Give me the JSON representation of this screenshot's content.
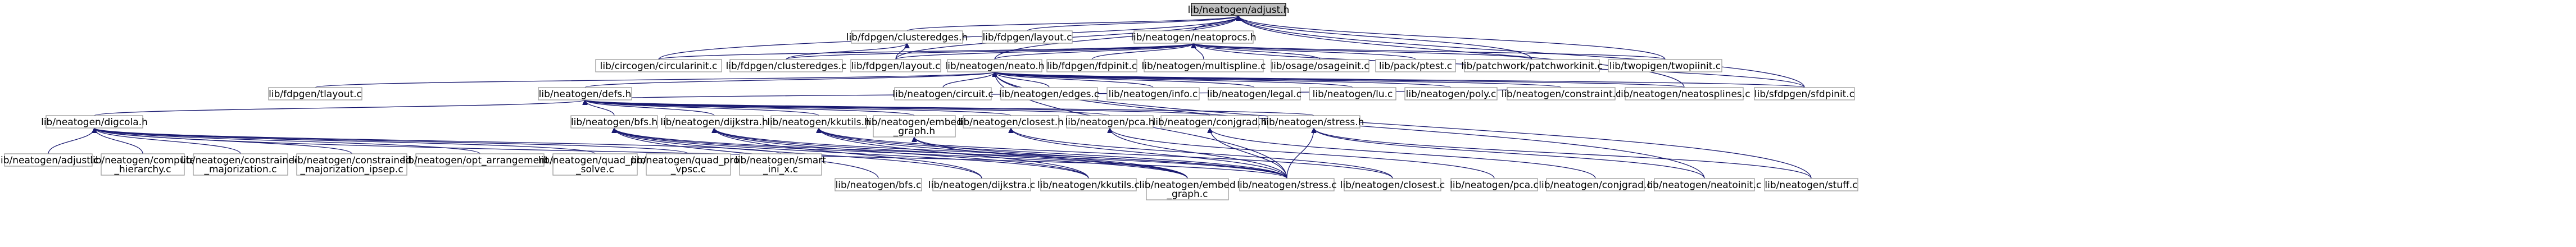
{
  "colors": {
    "edge": "#191970",
    "root_fill": "#bfbfbf",
    "node_border": "#9a9a9a"
  },
  "nodes": [
    {
      "id": "adjust_h",
      "lines": [
        "lib/neatogen/adjust.h"
      ],
      "root": true
    },
    {
      "id": "clusteredges_h",
      "lines": [
        "lib/fdpgen/clusteredges.h"
      ]
    },
    {
      "id": "fdp_layout_c_top",
      "lines": [
        "lib/fdpgen/layout.c"
      ]
    },
    {
      "id": "neatoprocs_h",
      "lines": [
        "lib/neatogen/neatoprocs.h"
      ]
    },
    {
      "id": "circularinit_c",
      "lines": [
        "lib/circogen/circularinit.c"
      ]
    },
    {
      "id": "clusteredges_c",
      "lines": [
        "lib/fdpgen/clusteredges.c"
      ]
    },
    {
      "id": "fdp_layout_c",
      "lines": [
        "lib/fdpgen/layout.c"
      ]
    },
    {
      "id": "neato_h",
      "lines": [
        "lib/neatogen/neato.h"
      ]
    },
    {
      "id": "fdpinit_c",
      "lines": [
        "lib/fdpgen/fdpinit.c"
      ]
    },
    {
      "id": "multispline_c",
      "lines": [
        "lib/neatogen/multispline.c"
      ]
    },
    {
      "id": "osageinit_c",
      "lines": [
        "lib/osage/osageinit.c"
      ]
    },
    {
      "id": "ptest_c",
      "lines": [
        "lib/pack/ptest.c"
      ]
    },
    {
      "id": "patchworkinit_c",
      "lines": [
        "lib/patchwork/patchworkinit.c"
      ]
    },
    {
      "id": "twopiinit_c",
      "lines": [
        "lib/twopigen/twopiinit.c"
      ]
    },
    {
      "id": "tlayout_c",
      "lines": [
        "lib/fdpgen/tlayout.c"
      ]
    },
    {
      "id": "defs_h",
      "lines": [
        "lib/neatogen/defs.h"
      ]
    },
    {
      "id": "circuit_c",
      "lines": [
        "lib/neatogen/circuit.c"
      ]
    },
    {
      "id": "edges_c",
      "lines": [
        "lib/neatogen/edges.c"
      ]
    },
    {
      "id": "info_c",
      "lines": [
        "lib/neatogen/info.c"
      ]
    },
    {
      "id": "legal_c",
      "lines": [
        "lib/neatogen/legal.c"
      ]
    },
    {
      "id": "lu_c",
      "lines": [
        "lib/neatogen/lu.c"
      ]
    },
    {
      "id": "poly_c",
      "lines": [
        "lib/neatogen/poly.c"
      ]
    },
    {
      "id": "constraint_c",
      "lines": [
        "lib/neatogen/constraint.c"
      ]
    },
    {
      "id": "neatosplines_c",
      "lines": [
        "lib/neatogen/neatosplines.c"
      ]
    },
    {
      "id": "sfdpinit_c",
      "lines": [
        "lib/sfdpgen/sfdpinit.c"
      ]
    },
    {
      "id": "digcola_h",
      "lines": [
        "lib/neatogen/digcola.h"
      ]
    },
    {
      "id": "bfs_h",
      "lines": [
        "lib/neatogen/bfs.h"
      ]
    },
    {
      "id": "dijkstra_h",
      "lines": [
        "lib/neatogen/dijkstra.h"
      ]
    },
    {
      "id": "kkutils_h",
      "lines": [
        "lib/neatogen/kkutils.h"
      ]
    },
    {
      "id": "embed_graph_h",
      "lines": [
        "lib/neatogen/embed",
        "_graph.h"
      ]
    },
    {
      "id": "closest_h",
      "lines": [
        "lib/neatogen/closest.h"
      ]
    },
    {
      "id": "pca_h",
      "lines": [
        "lib/neatogen/pca.h"
      ]
    },
    {
      "id": "conjgrad_h",
      "lines": [
        "lib/neatogen/conjgrad.h"
      ]
    },
    {
      "id": "stress_h",
      "lines": [
        "lib/neatogen/stress.h"
      ]
    },
    {
      "id": "adjust_c",
      "lines": [
        "lib/neatogen/adjust.c"
      ]
    },
    {
      "id": "compute_hierarchy_c",
      "lines": [
        "lib/neatogen/compute",
        "_hierarchy.c"
      ]
    },
    {
      "id": "constrained_majorization_c",
      "lines": [
        "lib/neatogen/constrained",
        "_majorization.c"
      ]
    },
    {
      "id": "constrained_majorization_ipsep_c",
      "lines": [
        "lib/neatogen/constrained",
        "_majorization_ipsep.c"
      ]
    },
    {
      "id": "opt_arrangement_c",
      "lines": [
        "lib/neatogen/opt_arrangement.c"
      ]
    },
    {
      "id": "quad_prog_solve_c",
      "lines": [
        "lib/neatogen/quad_prog",
        "_solve.c"
      ]
    },
    {
      "id": "quad_prog_vpsc_c",
      "lines": [
        "lib/neatogen/quad_prog",
        "_vpsc.c"
      ]
    },
    {
      "id": "smart_ini_x_c",
      "lines": [
        "lib/neatogen/smart",
        "_ini_x.c"
      ]
    },
    {
      "id": "bfs_c",
      "lines": [
        "lib/neatogen/bfs.c"
      ]
    },
    {
      "id": "dijkstra_c",
      "lines": [
        "lib/neatogen/dijkstra.c"
      ]
    },
    {
      "id": "kkutils_c",
      "lines": [
        "lib/neatogen/kkutils.c"
      ]
    },
    {
      "id": "embed_graph_c",
      "lines": [
        "lib/neatogen/embed",
        "_graph.c"
      ]
    },
    {
      "id": "stress_c",
      "lines": [
        "lib/neatogen/stress.c"
      ]
    },
    {
      "id": "closest_c",
      "lines": [
        "lib/neatogen/closest.c"
      ]
    },
    {
      "id": "pca_c",
      "lines": [
        "lib/neatogen/pca.c"
      ]
    },
    {
      "id": "conjgrad_c",
      "lines": [
        "lib/neatogen/conjgrad.c"
      ]
    },
    {
      "id": "neatoinit_c",
      "lines": [
        "lib/neatogen/neatoinit.c"
      ]
    },
    {
      "id": "stuff_c",
      "lines": [
        "lib/neatogen/stuff.c"
      ]
    }
  ],
  "edges": [
    [
      "clusteredges_h",
      "adjust_h"
    ],
    [
      "fdp_layout_c_top",
      "adjust_h"
    ],
    [
      "neatoprocs_h",
      "adjust_h"
    ],
    [
      "circularinit_c",
      "adjust_h"
    ],
    [
      "fdp_layout_c",
      "adjust_h"
    ],
    [
      "neato_h",
      "adjust_h"
    ],
    [
      "patchworkinit_c",
      "adjust_h"
    ],
    [
      "twopiinit_c",
      "adjust_h"
    ],
    [
      "neatosplines_c",
      "adjust_h"
    ],
    [
      "sfdpinit_c",
      "adjust_h"
    ],
    [
      "clusteredges_c",
      "clusteredges_h"
    ],
    [
      "fdp_layout_c",
      "clusteredges_h"
    ],
    [
      "circularinit_c",
      "neatoprocs_h"
    ],
    [
      "clusteredges_c",
      "neatoprocs_h"
    ],
    [
      "fdp_layout_c",
      "neatoprocs_h"
    ],
    [
      "neato_h",
      "neatoprocs_h"
    ],
    [
      "fdpinit_c",
      "neatoprocs_h"
    ],
    [
      "multispline_c",
      "neatoprocs_h"
    ],
    [
      "osageinit_c",
      "neatoprocs_h"
    ],
    [
      "ptest_c",
      "neatoprocs_h"
    ],
    [
      "patchworkinit_c",
      "neatoprocs_h"
    ],
    [
      "twopiinit_c",
      "neatoprocs_h"
    ],
    [
      "sfdpinit_c",
      "neatoprocs_h"
    ],
    [
      "tlayout_c",
      "neato_h"
    ],
    [
      "defs_h",
      "neato_h"
    ],
    [
      "circuit_c",
      "neato_h"
    ],
    [
      "edges_c",
      "neato_h"
    ],
    [
      "info_c",
      "neato_h"
    ],
    [
      "legal_c",
      "neato_h"
    ],
    [
      "lu_c",
      "neato_h"
    ],
    [
      "poly_c",
      "neato_h"
    ],
    [
      "constraint_c",
      "neato_h"
    ],
    [
      "neatosplines_c",
      "neato_h"
    ],
    [
      "sfdpinit_c",
      "neato_h"
    ],
    [
      "stress_c",
      "neato_h"
    ],
    [
      "neatoinit_c",
      "neato_h"
    ],
    [
      "stuff_c",
      "neato_h"
    ],
    [
      "digcola_h",
      "defs_h"
    ],
    [
      "bfs_h",
      "defs_h"
    ],
    [
      "dijkstra_h",
      "defs_h"
    ],
    [
      "kkutils_h",
      "defs_h"
    ],
    [
      "embed_graph_h",
      "defs_h"
    ],
    [
      "closest_h",
      "defs_h"
    ],
    [
      "pca_h",
      "defs_h"
    ],
    [
      "conjgrad_h",
      "defs_h"
    ],
    [
      "stress_h",
      "defs_h"
    ],
    [
      "constraint_c",
      "defs_h"
    ],
    [
      "adjust_c",
      "digcola_h"
    ],
    [
      "compute_hierarchy_c",
      "digcola_h"
    ],
    [
      "constrained_majorization_c",
      "digcola_h"
    ],
    [
      "constrained_majorization_ipsep_c",
      "digcola_h"
    ],
    [
      "opt_arrangement_c",
      "digcola_h"
    ],
    [
      "quad_prog_solve_c",
      "digcola_h"
    ],
    [
      "quad_prog_vpsc_c",
      "digcola_h"
    ],
    [
      "smart_ini_x_c",
      "digcola_h"
    ],
    [
      "stress_c",
      "digcola_h"
    ],
    [
      "bfs_c",
      "bfs_h"
    ],
    [
      "dijkstra_c",
      "bfs_h"
    ],
    [
      "kkutils_c",
      "bfs_h"
    ],
    [
      "embed_graph_c",
      "bfs_h"
    ],
    [
      "stress_c",
      "bfs_h"
    ],
    [
      "dijkstra_c",
      "dijkstra_h"
    ],
    [
      "kkutils_c",
      "dijkstra_h"
    ],
    [
      "embed_graph_c",
      "dijkstra_h"
    ],
    [
      "stress_c",
      "dijkstra_h"
    ],
    [
      "kkutils_c",
      "kkutils_h"
    ],
    [
      "embed_graph_c",
      "kkutils_h"
    ],
    [
      "stress_c",
      "kkutils_h"
    ],
    [
      "closest_c",
      "kkutils_h"
    ],
    [
      "embed_graph_c",
      "embed_graph_h"
    ],
    [
      "stress_c",
      "embed_graph_h"
    ],
    [
      "closest_c",
      "closest_h"
    ],
    [
      "stress_c",
      "closest_h"
    ],
    [
      "pca_c",
      "pca_h"
    ],
    [
      "stress_c",
      "pca_h"
    ],
    [
      "conjgrad_c",
      "conjgrad_h"
    ],
    [
      "stress_c",
      "conjgrad_h"
    ],
    [
      "stress_c",
      "stress_h"
    ],
    [
      "neatoinit_c",
      "stress_h"
    ],
    [
      "stuff_c",
      "stress_h"
    ]
  ]
}
